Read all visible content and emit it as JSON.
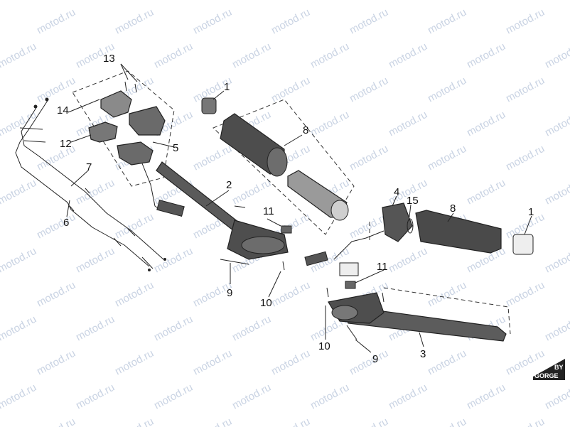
{
  "watermark": "motod.ru",
  "callouts": {
    "c1a": "1",
    "c1b": "1",
    "c2": "2",
    "c3": "3",
    "c4": "4",
    "c5": "5",
    "c6": "6",
    "c7": "7",
    "c8a": "8",
    "c8b": "8",
    "c9a": "9",
    "c9b": "9",
    "c10a": "10",
    "c10b": "10",
    "c11a": "11",
    "c11b": "11",
    "c12": "12",
    "c13": "13",
    "c14": "14",
    "c15": "15"
  },
  "logo": {
    "top": "BY",
    "bottom": "GORGE"
  },
  "colors": {
    "part_dark": "#4a4a4a",
    "part_mid": "#7a7a7a",
    "part_light": "#b8b8b8",
    "watermark": "#c9d3e3"
  }
}
